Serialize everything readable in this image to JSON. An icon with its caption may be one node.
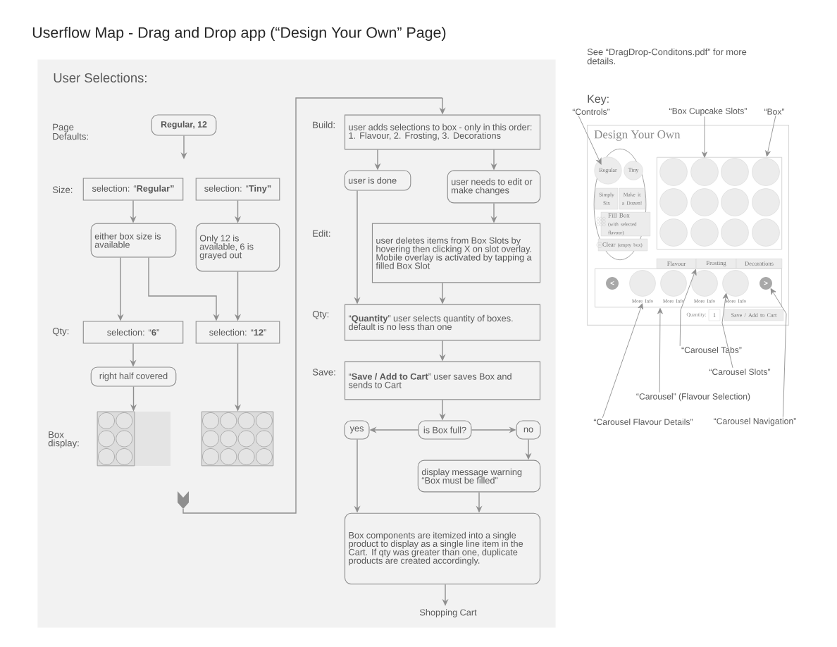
{
  "diagram": {
    "title": "Userflow Map - Drag and Drop app (“Design Your Own” Page)",
    "nodes": [
      {
        "text": [
          "User Selections:"
        ]
      },
      {
        "text": [
          "Regular, 12"
        ],
        "in": 0
      },
      {
        "text": [
          "selection: “**Regular”**"
        ],
        "in": 0
      },
      {
        "text": [
          "selection: “**Tiny”**"
        ],
        "in": 0
      },
      {
        "text": [
          "either box size is available"
        ],
        "in": 0
      },
      {
        "text": [
          "Only 12 is available, 6 is grayed out"
        ],
        "in": 0
      },
      {
        "text": [
          "selection: “**6**”"
        ],
        "in": 0
      },
      {
        "text": [
          "selection: “**12**”"
        ],
        "in": 0
      },
      {
        "text": [
          "right half covered"
        ],
        "in": 0
      },
      {
        "text": [],
        "shape": "box",
        "in": 0
      },
      {
        "text": [],
        "shape": "box",
        "in": 0
      },
      {
        "text": [
          "user adds selections to box - only in this order: 1. Flavour, 2. Frosting, 3. Decorations"
        ],
        "in": 0
      },
      {
        "text": [
          "user is done"
        ],
        "in": 0
      },
      {
        "text": [
          "user needs to edit or make changes"
        ],
        "in": 0
      },
      {
        "text": [
          "user deletes items from Box Slots by hovering then clicking X on slot overlay.  Mobile overlay is activated by tapping a filled Box Slot"
        ],
        "in": 0
      },
      {
        "text": [
          "“**Quantity**”  user selects quantity of boxes. default is no less than one"
        ],
        "in": 0
      },
      {
        "text": [
          "“**Save / Add to Cart**”  user saves Box and sends to Cart"
        ],
        "in": 0
      },
      {
        "text": [
          "is Box full?"
        ],
        "in": 0
      },
      {
        "text": [
          "yes"
        ],
        "in": 0
      },
      {
        "text": [
          "no"
        ],
        "in": 0
      },
      {
        "text": [
          "display message warning “Box must be filled”"
        ],
        "in": 0
      },
      {
        "text": [
          "Box components are itemized into a single product to display as a single line item in the Cart.  If qty was greater than one, duplicate products are created accordingly."
        ],
        "in": 0
      },
      {
        "text": [
          "Shopping Cart"
        ],
        "in": 0
      },
      {
        "text": [
          "Design Your Own"
        ]
      },
      {
        "text": [],
        "shape": "ellipse",
        "in": 23
      },
      {
        "text": [
          "Regular"
        ],
        "in": 24
      },
      {
        "text": [
          "Tiny"
        ],
        "in": 24
      },
      {
        "text": [
          "Simply Six"
        ],
        "in": 24
      },
      {
        "text": [
          "Make it a Dozen!"
        ],
        "in": 24
      },
      {
        "text": [
          "Fill Box",
          "(with selected flavour)"
        ],
        "in": 24
      },
      {
        "text": [
          "Clear",
          "(empty box)"
        ],
        "in": 24
      },
      {
        "text": [],
        "shape": "box",
        "in": 23
      },
      {
        "text": [],
        "shape": "circle",
        "in": 31
      },
      {
        "text": [],
        "shape": "circle",
        "in": 31
      },
      {
        "text": [],
        "shape": "circle",
        "in": 31
      },
      {
        "text": [],
        "shape": "circle",
        "in": 31
      },
      {
        "text": [],
        "shape": "circle",
        "in": 31
      },
      {
        "text": [],
        "shape": "circle",
        "in": 31
      },
      {
        "text": [],
        "shape": "circle",
        "in": 31
      },
      {
        "text": [],
        "shape": "circle",
        "in": 31
      },
      {
        "text": [],
        "shape": "circle",
        "in": 31
      },
      {
        "text": [],
        "shape": "circle",
        "in": 31
      },
      {
        "text": [],
        "shape": "circle",
        "in": 31
      },
      {
        "text": [],
        "shape": "circle",
        "in": 31
      },
      {
        "text": [
          "Flavour"
        ],
        "in": 23
      },
      {
        "text": [
          "Frosting"
        ],
        "in": 23
      },
      {
        "text": [
          "Decorations"
        ],
        "in": 23
      },
      {
        "text": [],
        "shape": "box",
        "in": 23
      },
      {
        "text": [
          "<"
        ],
        "in": 47
      },
      {
        "text": [],
        "shape": "circle",
        "in": 47
      },
      {
        "text": [],
        "shape": "circle",
        "in": 47
      },
      {
        "text": [],
        "shape": "circle",
        "in": 47
      },
      {
        "text": [],
        "shape": "circle",
        "in": 47
      },
      {
        "text": [
          "More Info"
        ],
        "in": 47
      },
      {
        "text": [
          "More Info"
        ],
        "in": 47
      },
      {
        "text": [
          "More Info"
        ],
        "in": 47
      },
      {
        "text": [
          "More Info"
        ],
        "in": 47
      },
      {
        "text": [
          ">"
        ],
        "in": 47
      },
      {
        "text": [
          "1"
        ],
        "in": 23,
        "beside": [
          "Quantity:"
        ]
      },
      {
        "text": [
          "Save / Add to Cart"
        ],
        "in": 23
      },
      {
        "text": [
          "“Controls”"
        ]
      },
      {
        "text": [
          "“Box Cupcake Slots”"
        ]
      },
      {
        "text": [
          "“Box”"
        ]
      },
      {
        "text": [
          "“Carousel Tabs”"
        ]
      },
      {
        "text": [
          "“Carousel Slots”"
        ]
      },
      {
        "text": [
          "“Carousel” (Flavour Selection)"
        ]
      },
      {
        "text": [
          "“Carousel Flavour Details”"
        ]
      },
      {
        "text": [
          "“Carousel Navigation”"
        ]
      }
    ],
    "edges": [
      {
        "from": 1,
        "to": null,
        "arrow": "to"
      },
      {
        "from": 2,
        "to": 4,
        "arrow": "to"
      },
      {
        "from": 3,
        "to": 5,
        "arrow": "to"
      },
      {
        "from": 4,
        "to": 6,
        "arrow": "to"
      },
      {
        "from": 4,
        "to": 7,
        "arrow": "to"
      },
      {
        "from": 5,
        "to": 7,
        "arrow": "to"
      },
      {
        "from": 6,
        "to": 8,
        "arrow": "to"
      },
      {
        "from": 8,
        "to": 9,
        "arrow": "to"
      },
      {
        "from": 7,
        "to": 10,
        "arrow": "to"
      },
      {
        "from": null,
        "to": 11,
        "arrow": "to"
      },
      {
        "from": 11,
        "to": 12,
        "arrow": "to"
      },
      {
        "from": 11,
        "to": 13,
        "arrow": "to"
      },
      {
        "from": 13,
        "to": 14,
        "arrow": "to"
      },
      {
        "from": 12,
        "to": 15,
        "arrow": "to"
      },
      {
        "from": 14,
        "to": 15,
        "arrow": "to"
      },
      {
        "from": 15,
        "to": 16,
        "arrow": "to"
      },
      {
        "from": 16,
        "to": 17,
        "arrow": "to"
      },
      {
        "from": 17,
        "to": 18,
        "arrow": "to"
      },
      {
        "from": 17,
        "to": 19,
        "arrow": "to"
      },
      {
        "from": 19,
        "to": 20,
        "arrow": "to"
      },
      {
        "from": 18,
        "to": 21,
        "arrow": "to"
      },
      {
        "from": 20,
        "to": 21,
        "arrow": "to"
      },
      {
        "from": 21,
        "to": 22,
        "arrow": "to"
      },
      {
        "from": 60,
        "to": 24,
        "arrow": "to"
      },
      {
        "from": 61,
        "to": 33,
        "arrow": "to"
      },
      {
        "from": 62,
        "to": 31,
        "arrow": "to"
      },
      {
        "from": 63,
        "to": 45,
        "arrow": "to"
      },
      {
        "from": 64,
        "to": 52,
        "arrow": "to"
      },
      {
        "from": 65,
        "to": 47,
        "arrow": "to"
      },
      {
        "from": 66,
        "to": 53,
        "arrow": "to"
      },
      {
        "from": 67,
        "to": 57,
        "arrow": "to"
      }
    ],
    "labels": [
      "Page Defaults:",
      "Size:",
      "Qty:",
      "Box display:",
      "Build:",
      "Edit:",
      "Qty:",
      "Save:",
      "See “DragDrop-Conditons.pdf” for more details.",
      "Key:"
    ]
  }
}
